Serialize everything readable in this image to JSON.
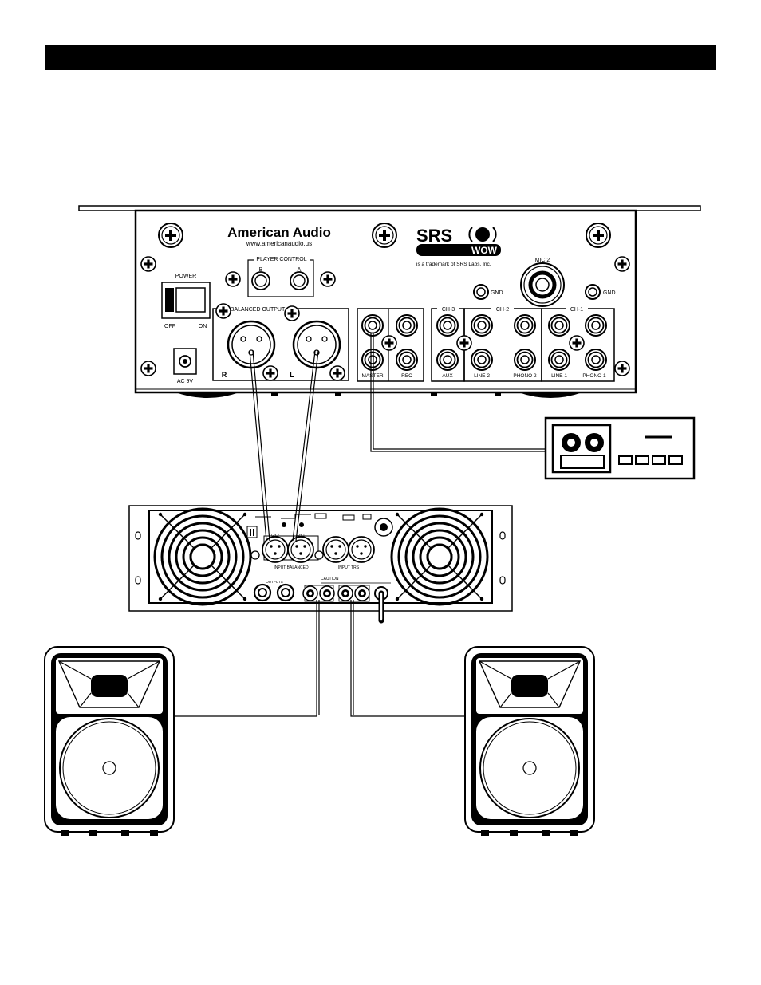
{
  "header_bar": {
    "color": "#000000",
    "text": ""
  },
  "mixer": {
    "brand": "American Audio",
    "brand_url": "www.americanaudio.us",
    "srs_logo": "SRS",
    "srs_wow": "WOW",
    "srs_trademark": "is a trademark of SRS Labs, Inc.",
    "player_control": "PLAYER CONTROL",
    "player_b": "B",
    "player_a": "A",
    "power": "POWER",
    "off": "OFF",
    "on": "ON",
    "ac": "AC 9V",
    "balanced_output": "BALANCED OUTPUT",
    "out_r": "R",
    "out_l": "L",
    "master": "MASTER",
    "rec": "REC",
    "mic2": "MIC 2",
    "gnd": "GND",
    "ch3": "CH-3",
    "ch2": "CH-2",
    "ch1": "CH-1",
    "aux": "AUX",
    "line2": "LINE 2",
    "phono2": "PHONO 2",
    "line1": "LINE 1",
    "phono1": "PHONO 1"
  },
  "amplifier": {
    "ch2": "CH 2",
    "ch1": "CH 1",
    "input_balanced": "INPUT BALANCED",
    "input_trs": "INPUT TRS",
    "outputs": "OUTPUTS",
    "caution": "CAUTION"
  }
}
